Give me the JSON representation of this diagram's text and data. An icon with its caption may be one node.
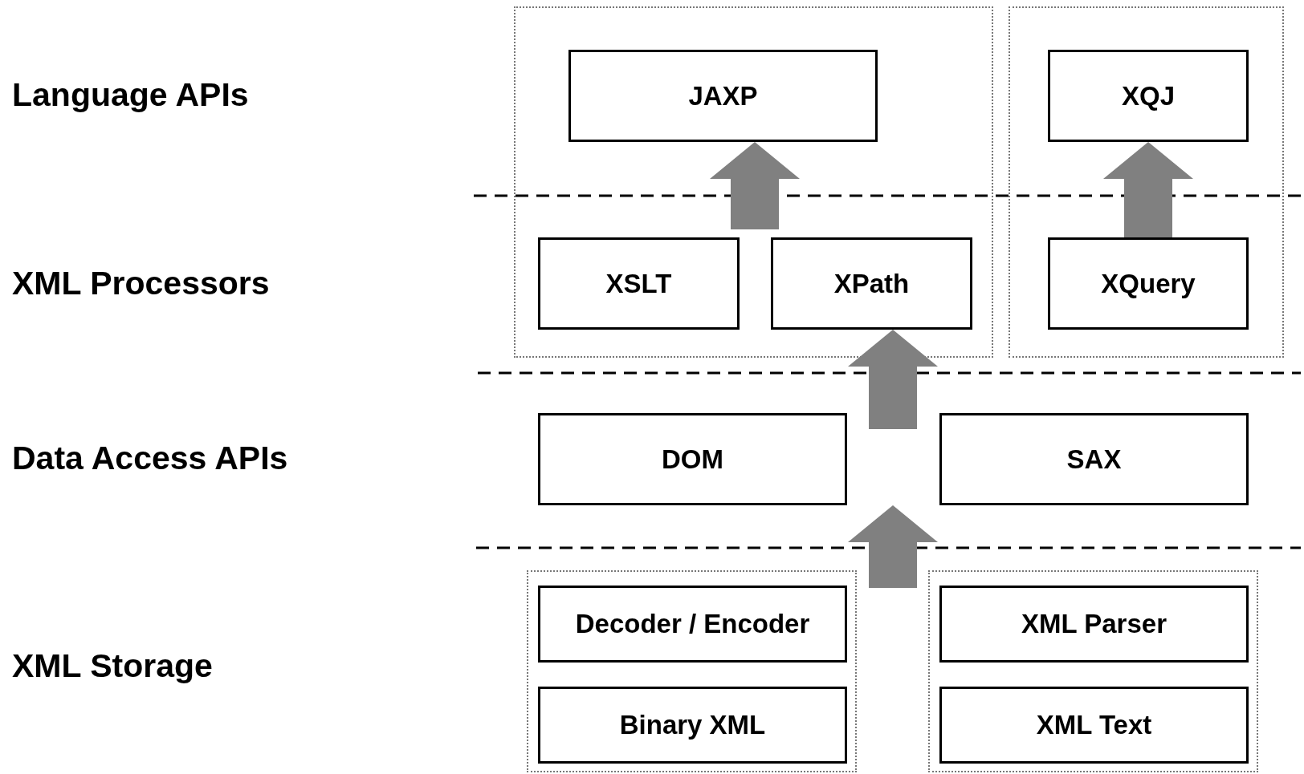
{
  "diagram": {
    "nodes": [
      {
        "text": [],
        "shape": "box"
      },
      {
        "text": [
          "JAXP"
        ],
        "in": 0
      },
      {
        "text": [
          "XSLT"
        ],
        "in": 0
      },
      {
        "text": [
          "XPath"
        ],
        "in": 0
      },
      {
        "text": [],
        "shape": "box"
      },
      {
        "text": [
          "XQJ"
        ],
        "in": 4
      },
      {
        "text": [
          "XQuery"
        ],
        "in": 4
      },
      {
        "text": [
          "DOM"
        ]
      },
      {
        "text": [
          "SAX"
        ]
      },
      {
        "text": [],
        "shape": "box"
      },
      {
        "text": [
          "Decoder / Encoder"
        ],
        "in": 9
      },
      {
        "text": [
          "Binary XML"
        ],
        "in": 9
      },
      {
        "text": [],
        "shape": "box"
      },
      {
        "text": [
          "XML Parser"
        ],
        "in": 12
      },
      {
        "text": [
          "XML Text"
        ],
        "in": 12
      }
    ],
    "edges": [
      {
        "from": null,
        "to": 1,
        "arrow": "to"
      },
      {
        "from": 6,
        "to": 5,
        "arrow": "to"
      },
      {
        "from": null,
        "to": 3,
        "arrow": "to"
      },
      {
        "from": null,
        "to": 7,
        "arrow": "to"
      }
    ],
    "labels": [
      "Language APIs",
      "XML Processors",
      "Data Access APIs",
      "XML Storage"
    ]
  }
}
